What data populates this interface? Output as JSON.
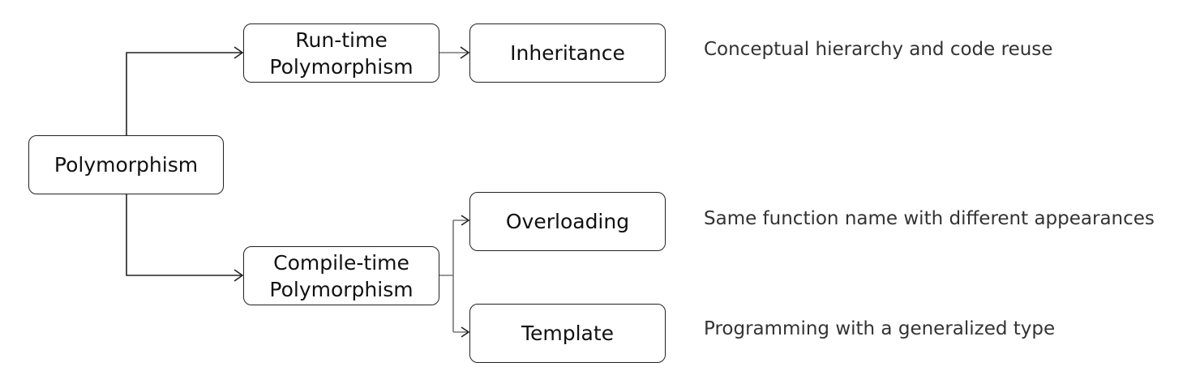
{
  "diagram": {
    "root": {
      "label": "Polymorphism"
    },
    "runtime": {
      "line1": "Run-time",
      "line2": "Polymorphism"
    },
    "compiletime": {
      "line1": "Compile-time",
      "line2": "Polymorphism"
    },
    "inheritance": {
      "label": "Inheritance",
      "description": "Conceptual hierarchy and code reuse"
    },
    "overloading": {
      "label": "Overloading",
      "description": "Same function name with different appearances"
    },
    "template": {
      "label": "Template",
      "description": "Programming with a generalized type"
    }
  }
}
